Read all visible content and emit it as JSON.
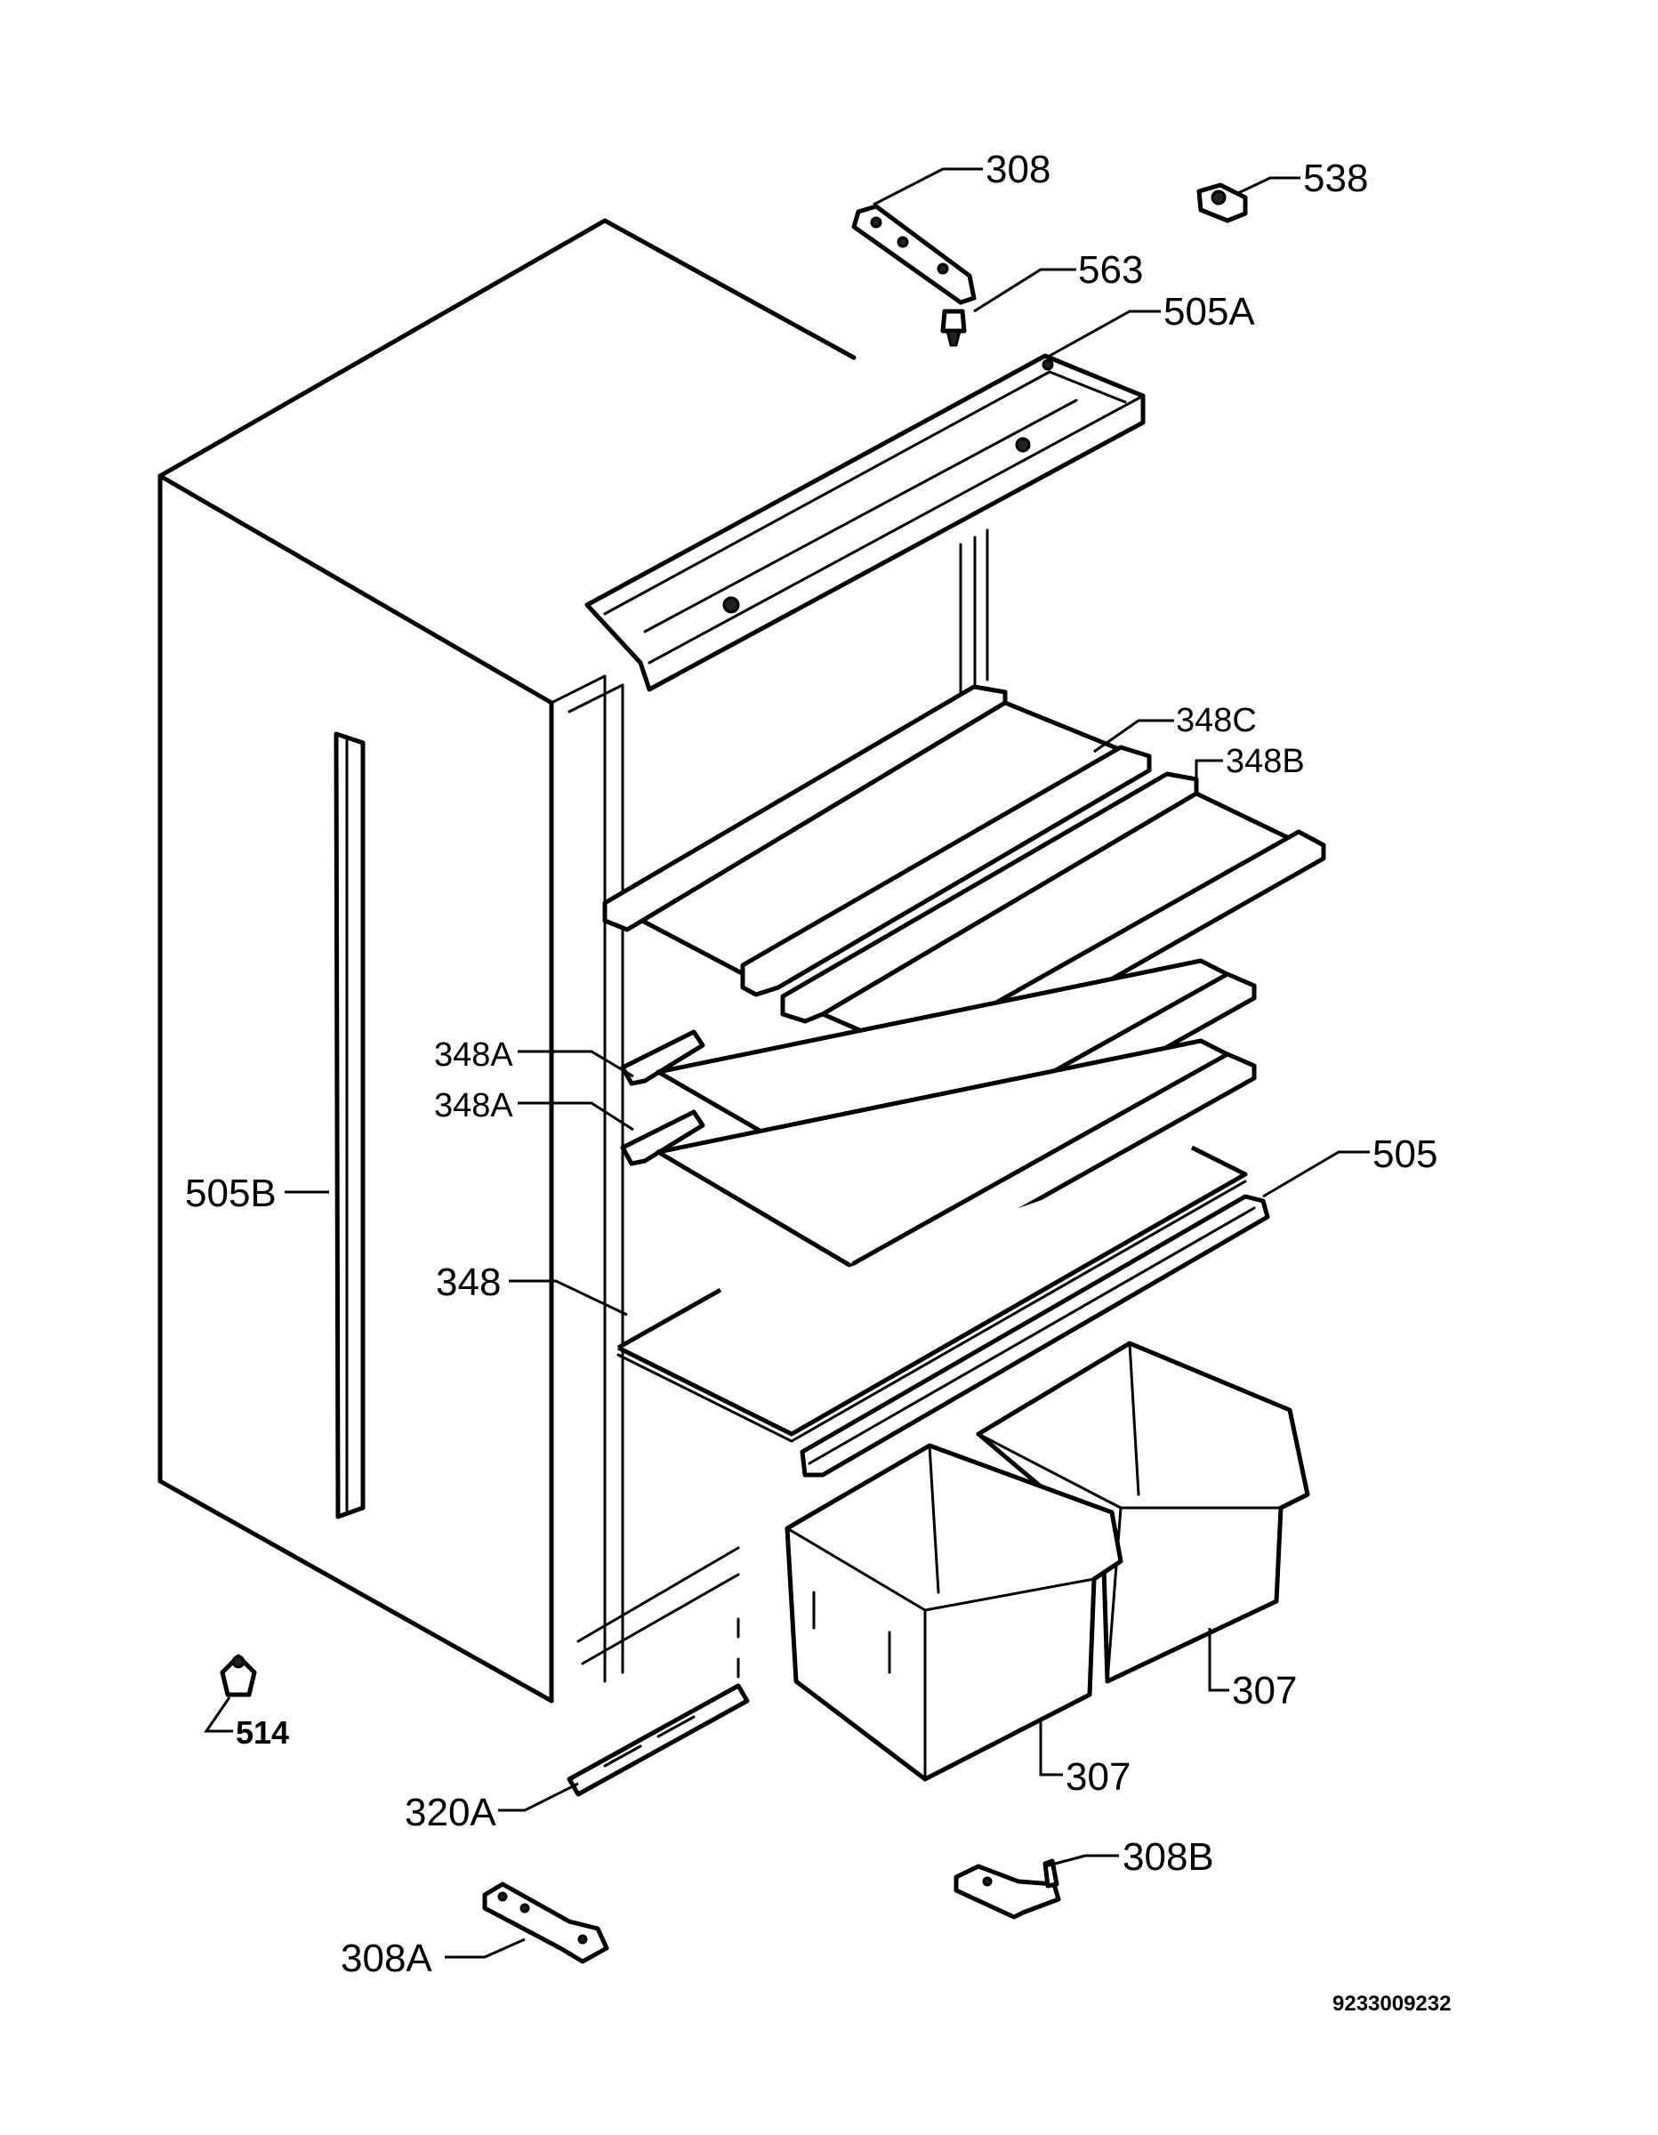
{
  "labels": {
    "l308": "308",
    "l538": "538",
    "l563": "563",
    "l505a": "505A",
    "l348c": "348C",
    "l348b": "348B",
    "l348a_1": "348A",
    "l348a_2": "348A",
    "l505b": "505B",
    "l505": "505",
    "l348": "348",
    "l307_right": "307",
    "l307_left": "307",
    "l514": "514",
    "l320a": "320A",
    "l308b": "308B",
    "l308a": "308A"
  },
  "drawing_number": "9233009232",
  "colors": {
    "line": "#000000",
    "background": "#ffffff"
  }
}
